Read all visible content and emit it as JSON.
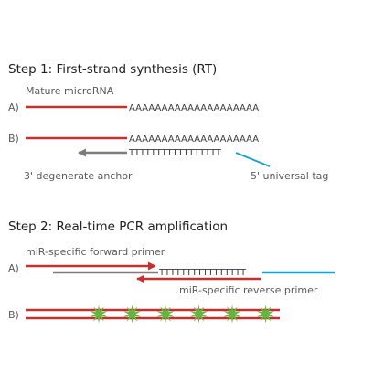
{
  "colors": {
    "red": "#c0312f",
    "gray": "#7c7c7c",
    "cyan": "#1aa0d6",
    "green": "#63b63f",
    "text": "#1f1f1f",
    "label": "#5a5a5a"
  },
  "step1": {
    "title": "Step 1: First-strand synthesis (RT)",
    "mature_label": "Mature microRNA",
    "row_a": "A)",
    "row_b": "B)",
    "poly_a_a": "AAAAAAAAAAAAAAAAAAAA",
    "poly_a_b": "AAAAAAAAAAAAAAAAAAAA",
    "poly_t": "TTTTTTTTTTTTTTTTT",
    "anchor_label": "3' degenerate anchor",
    "tag_label": "5' universal tag"
  },
  "step2": {
    "title": "Step 2: Real-time PCR amplification",
    "forward_label": "miR-specific forward primer",
    "reverse_label": "miR-specific reverse primer",
    "row_a": "A)",
    "row_b": "B)",
    "poly_t": "TTTTTTTTTTTTTTTT",
    "probe_icon": "green-star-burst",
    "probe_count": 6
  }
}
